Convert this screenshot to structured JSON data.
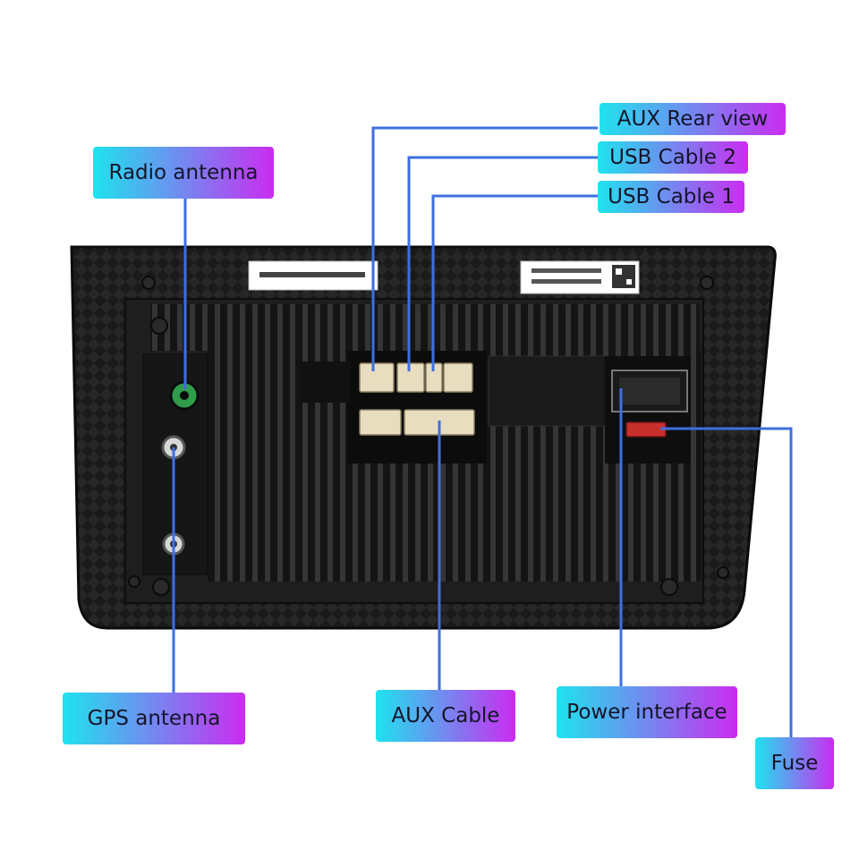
{
  "callouts": {
    "radio_antenna": "Radio antenna",
    "gps_antenna": "GPS antenna",
    "aux_cable": "AUX Cable",
    "power_interface": "Power interface",
    "fuse": "Fuse",
    "aux_rear_view": "AUX Rear view",
    "usb_cable_2": "USB Cable 2",
    "usb_cable_1": "USB Cable 1"
  },
  "colors": {
    "gradient_start": "#1ee3ee",
    "gradient_end": "#cb2cf1",
    "leader_line": "#3e6fe0",
    "chassis": "#1b1b1b",
    "connector": "#e9ddc0",
    "antenna_green": "#2f9d4a",
    "fuse_red": "#c8302c"
  }
}
